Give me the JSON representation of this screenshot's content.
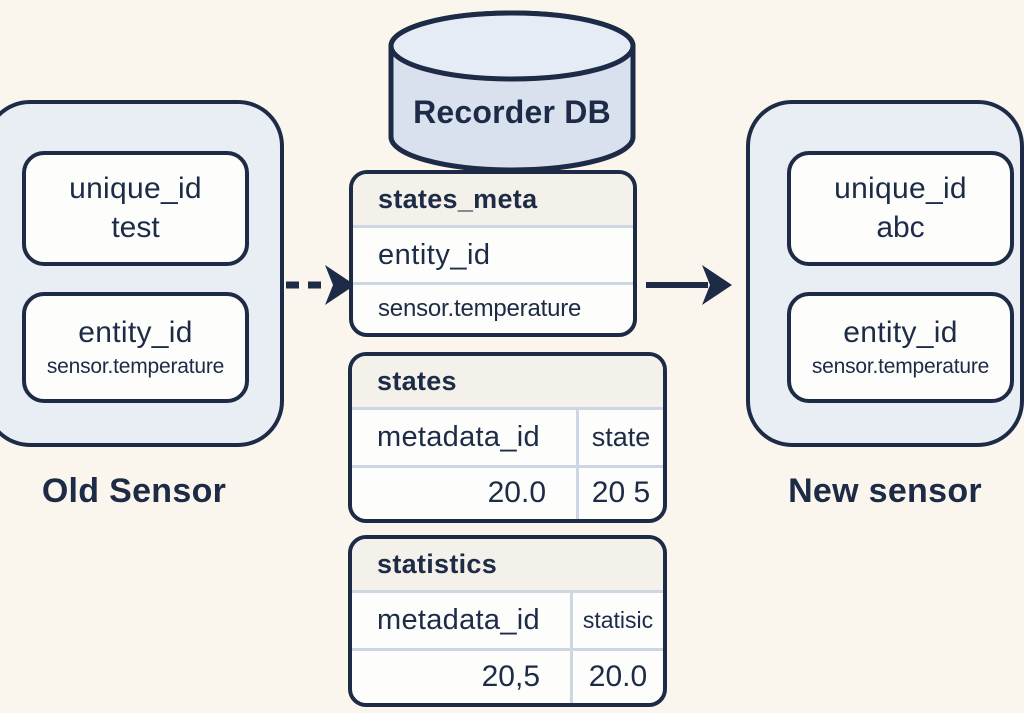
{
  "colors": {
    "background": "#faf6ee",
    "navy": "#1d2b47",
    "panel": "#e9edf4",
    "card": "#fdfdfb",
    "cylinder": "#d9e1ee",
    "cylinder_top": "#e6ecf6",
    "table_header": "#f3f1ea",
    "divider": "#cdd6e3"
  },
  "diagram": {
    "old_sensor": {
      "label": "Old Sensor",
      "unique_id": {
        "name": "unique_id",
        "value": "test"
      },
      "entity_id": {
        "name": "entity_id",
        "value": "sensor.temperature"
      }
    },
    "new_sensor": {
      "label": "New sensor",
      "unique_id": {
        "name": "unique_id",
        "value": "abc"
      },
      "entity_id": {
        "name": "entity_id",
        "value": "sensor.temperature"
      }
    },
    "database": {
      "label": "Recorder DB"
    },
    "states_meta": {
      "title": "states_meta",
      "rows": [
        "entity_id",
        "sensor.temperature"
      ]
    },
    "states": {
      "title": "states",
      "columns": [
        "metadata_id",
        "state"
      ],
      "values": [
        "20.0",
        "20 5"
      ]
    },
    "statistics": {
      "title": "statistics",
      "columns": [
        "metadata_id",
        "statisic"
      ],
      "values": [
        "20,5",
        "20.0"
      ]
    }
  }
}
